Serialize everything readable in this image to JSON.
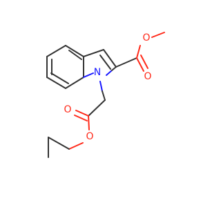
{
  "molecule": {
    "atoms": {
      "n1": {
        "symbol": "N",
        "color": "#1a1aff"
      },
      "o_ring_ester_carbonyl": {
        "symbol": "O",
        "color": "#ff2a1a"
      },
      "o_ring_ester_single": {
        "symbol": "O",
        "color": "#ff2a1a"
      },
      "o_side_carbonyl": {
        "symbol": "O",
        "color": "#ff2a1a"
      },
      "o_side_single": {
        "symbol": "O",
        "color": "#ff2a1a"
      }
    }
  }
}
